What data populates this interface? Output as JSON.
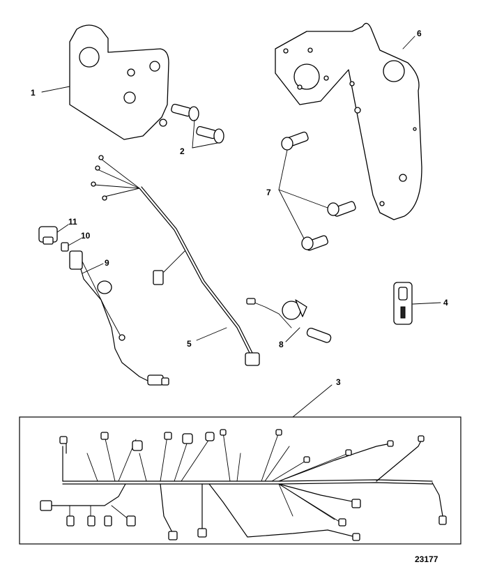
{
  "callouts": {
    "c1": "1",
    "c2": "2",
    "c3": "3",
    "c4": "4",
    "c5": "5",
    "c6": "6",
    "c7": "7",
    "c8": "8",
    "c9": "9",
    "c10": "10",
    "c11": "11"
  },
  "figure_number": "23177"
}
